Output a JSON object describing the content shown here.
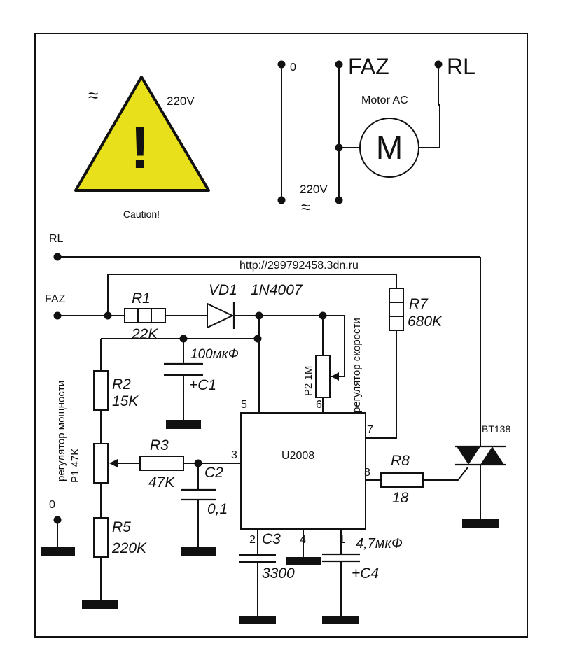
{
  "warning": {
    "voltage": "220V",
    "symbol": "!",
    "caption": "Caution!",
    "ac": "≈",
    "color": "#e8e01a"
  },
  "motor": {
    "terminal_0": "0",
    "terminal_faz": "FAZ",
    "terminal_rl": "RL",
    "title": "Motor AC",
    "symbol": "M",
    "voltage": "220V",
    "ac": "≈"
  },
  "circuit": {
    "input_rl": "RL",
    "input_faz": "FAZ",
    "input_0": "0",
    "url": "http://299792458.3dn.ru",
    "r1": {
      "name": "R1",
      "value": "22K"
    },
    "vd1": {
      "name": "VD1",
      "value": "1N4007"
    },
    "r7": {
      "name": "R7",
      "value": "680K"
    },
    "c1": {
      "name": "+C1",
      "value": "100мкФ"
    },
    "p2": {
      "name": "P2 1M",
      "note": "регулятор скорости"
    },
    "r2": {
      "name": "R2",
      "value": "15K"
    },
    "p1": {
      "name": "P1 47K",
      "note": "регулятор мощности"
    },
    "r3": {
      "name": "R3",
      "value": "47K"
    },
    "c2": {
      "name": "C2",
      "value": "0,1"
    },
    "r5": {
      "name": "R5",
      "value": "220K"
    },
    "ic": {
      "name": "U2008",
      "pins": [
        "5",
        "6",
        "7",
        "3",
        "8",
        "2",
        "4",
        "1"
      ]
    },
    "c3": {
      "name": "C3",
      "value": "3300"
    },
    "c4": {
      "name": "+C4",
      "value": "4,7мкФ"
    },
    "r8": {
      "name": "R8",
      "value": "18"
    },
    "triac": {
      "name": "BT138"
    }
  }
}
